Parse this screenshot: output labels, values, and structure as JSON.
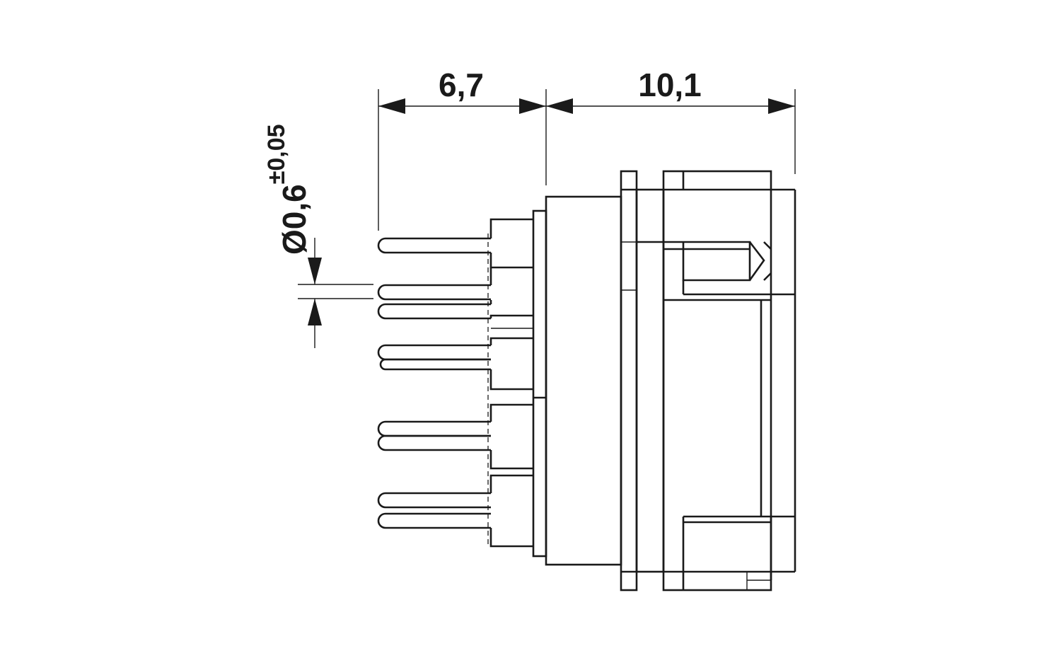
{
  "drawing": {
    "dimensions": {
      "pin_length": "6,7",
      "body_length": "10,1",
      "pin_diameter_prefix": "Ø0,6",
      "pin_diameter_tolerance": "±0,05"
    },
    "line_color": "#1a1a1a",
    "background_color": "#ffffff"
  }
}
